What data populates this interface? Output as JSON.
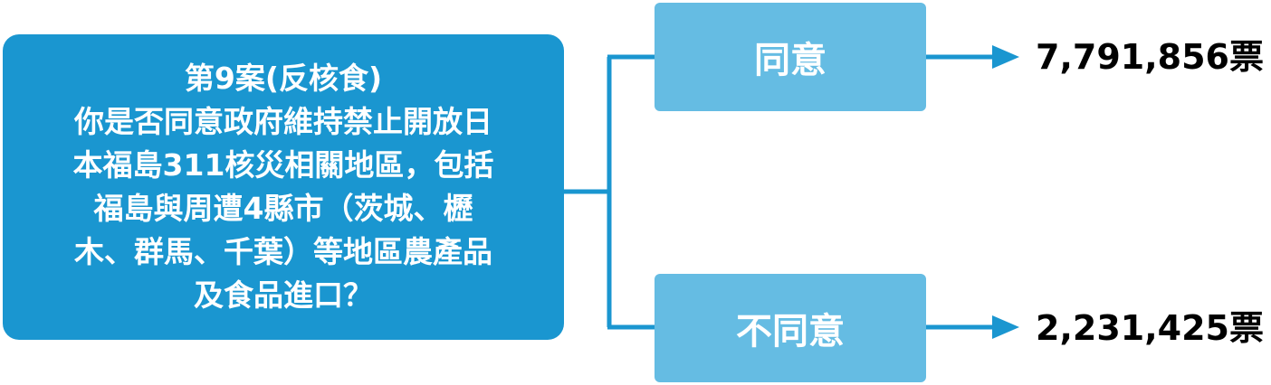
{
  "question": {
    "lines": [
      "第9案(反核食)",
      "你是否同意政府維持禁止開放日",
      "本福島311核災相關地區，包括",
      "福島與周遭4縣市（茨城、櫪",
      "木、群馬、千葉）等地區農產品",
      "及食品進口？"
    ]
  },
  "options": {
    "agree": {
      "label": "同意",
      "result": "7,791,856票"
    },
    "disagree": {
      "label": "不同意",
      "result": "2,231,425票"
    }
  },
  "colors": {
    "question_box": "#1a96d0",
    "option_box": "#65bce3",
    "connector": "#1a96d0"
  }
}
